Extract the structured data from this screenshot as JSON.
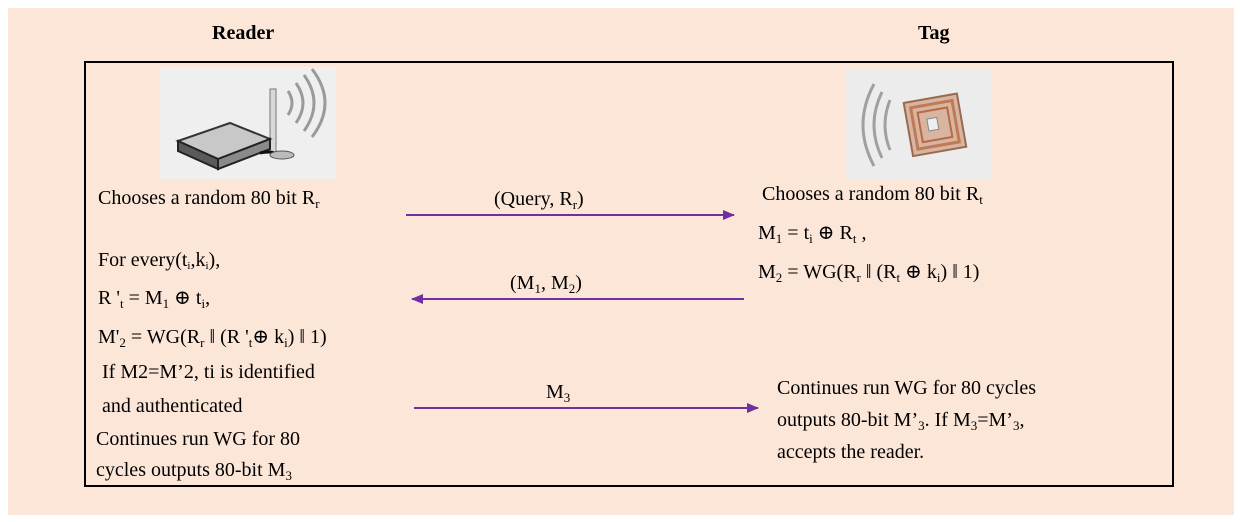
{
  "headers": {
    "reader": "Reader",
    "tag": "Tag"
  },
  "reader": {
    "step1_prefix": "Chooses a random 80 bit R",
    "step1_sub": "r",
    "for_every_prefix": "For every(t",
    "for_every_sub1": "i",
    "for_every_mid": ",k",
    "for_every_sub2": "i",
    "for_every_suffix": "),",
    "r_prime": "R '",
    "r_prime_sub": "t",
    "r_prime_rhs": " = M",
    "r_prime_rhs_sub": "1",
    "r_prime_tail": " ⊕ t",
    "r_prime_tail_sub": "i",
    "r_prime_end": ",",
    "m2_prime_lhs": "M'",
    "m2_prime_lhs_sub": "2",
    "m2_prime_rhs": " = WG(R",
    "m2_prime_rhs_sub": "r",
    "m2_prime_mid": " ‖ (R '",
    "m2_prime_mid_sub": "t",
    "m2_prime_mid2": "⊕ k",
    "m2_prime_mid2_sub": "i",
    "m2_prime_end": ") ‖ 1)",
    "identify_line1": "If M2=M’2, ti is identified",
    "identify_line2": "and authenticated",
    "continue_line1": "Continues run WG for 80",
    "continue_line2": "cycles outputs 80-bit M",
    "continue_line2_sub": "3"
  },
  "messages": {
    "query": "(Query, R",
    "query_sub": "r",
    "query_end": ")",
    "m12": "(M",
    "m12_sub1": "1",
    "m12_mid": ", M",
    "m12_sub2": "2",
    "m12_end": ")",
    "m3": "M",
    "m3_sub": "3"
  },
  "tag": {
    "step1_prefix": "Chooses a random 80 bit R",
    "step1_sub": "t",
    "m1_lhs": "M",
    "m1_lhs_sub": "1",
    "m1_rhs": " = t",
    "m1_rhs_sub": "i",
    "m1_tail": " ⊕ R",
    "m1_tail_sub": "t",
    "m1_end": " ,",
    "m2_lhs": "M",
    "m2_lhs_sub": "2",
    "m2_rhs": " = WG(R",
    "m2_rhs_sub": "r",
    "m2_mid": " ‖ (R",
    "m2_mid_sub": "t",
    "m2_mid2": " ⊕ k",
    "m2_mid2_sub": "i",
    "m2_end": ") ‖ 1)",
    "continue_line1": "Continues run WG for 80 cycles",
    "continue_line2": "outputs 80-bit M’",
    "continue_line2_sub": "3",
    "continue_line2_mid": ". If M",
    "continue_line2_sub2": "3",
    "continue_line2_mid2": "=M’",
    "continue_line2_sub3": "3",
    "continue_line2_end": ",",
    "continue_line3": "accepts the reader."
  },
  "colors": {
    "background": "#fce6d8",
    "arrow": "#7030a0",
    "frame": "#000000"
  },
  "icons": {
    "reader": "rfid-reader-icon",
    "tag": "rfid-tag-icon"
  }
}
